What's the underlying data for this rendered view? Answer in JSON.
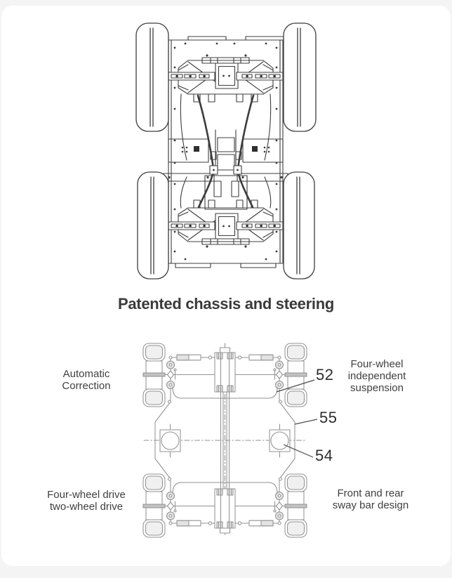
{
  "title": "Patented chassis and steering",
  "top_diagram": {
    "description": "chassis-top-view-technical-drawing"
  },
  "bottom_diagram": {
    "description": "chassis-schematic-top-view",
    "labels": {
      "automatic_correction": [
        "Automatic",
        "Correction"
      ],
      "four_wheel_suspension": [
        "Four-wheel",
        "independent",
        "suspension"
      ],
      "drive_modes": [
        "Four-wheel drive",
        "two-wheel drive"
      ],
      "sway_bar": [
        "Front and rear",
        "sway bar design"
      ]
    },
    "callouts": [
      {
        "number": "52"
      },
      {
        "number": "55"
      },
      {
        "number": "54"
      }
    ]
  },
  "colors": {
    "page_background": "#f4f4f5",
    "card_background": "#ffffff",
    "drawing_line_dark": "#3c3c3c",
    "drawing_line_light": "#929292",
    "text": "#3f3f3f"
  }
}
